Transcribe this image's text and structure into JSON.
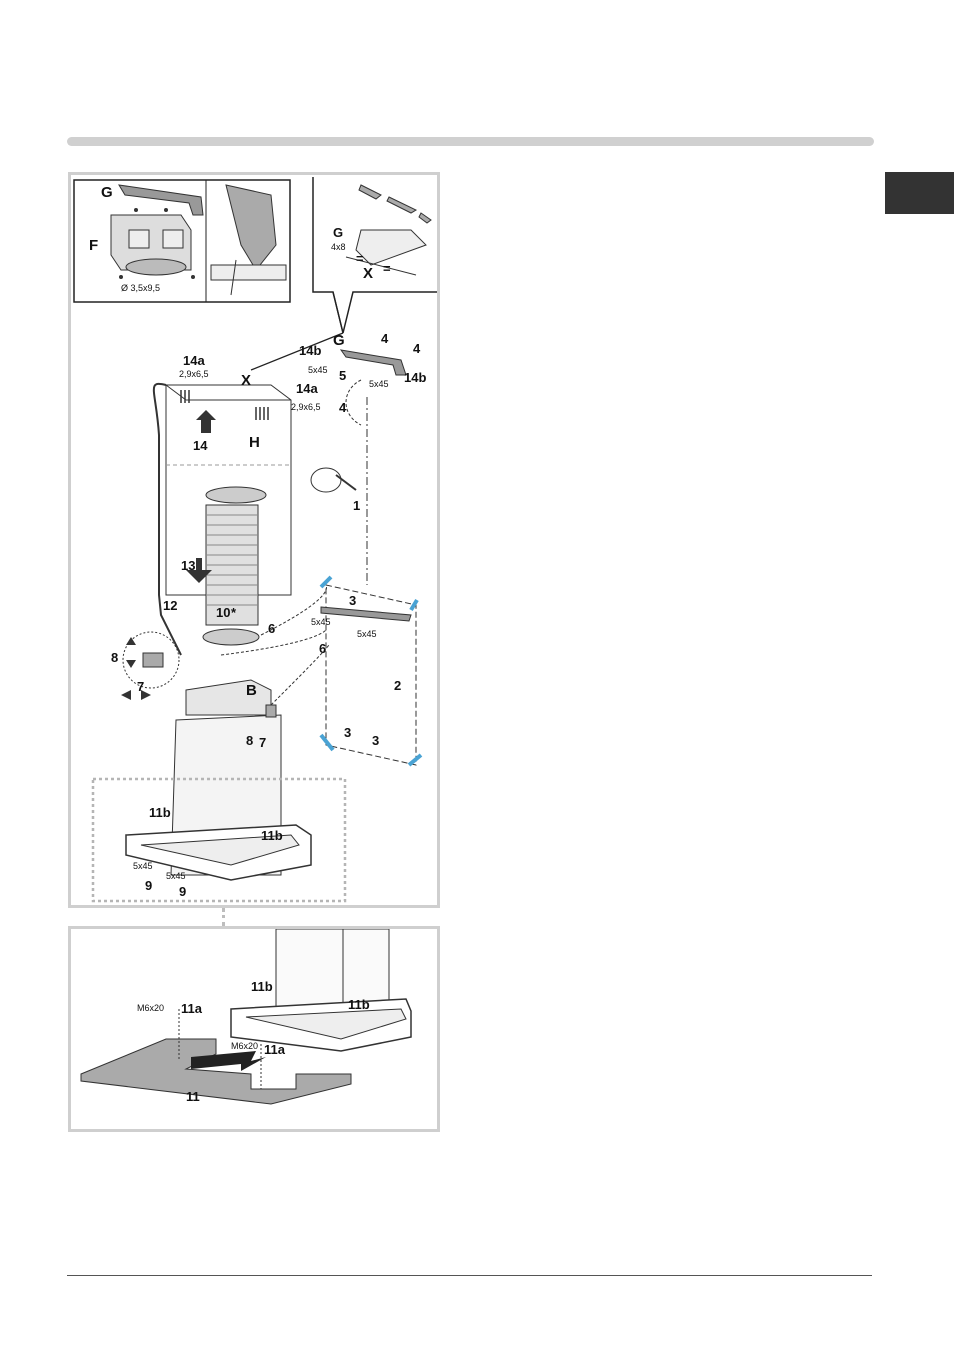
{
  "page": {
    "top_bar_color": "#d0d0d0",
    "lang_tab_color": "#333333"
  },
  "figure_main": {
    "labels": {
      "G": "G",
      "F": "F",
      "screw_f": "Ø 3,5x9,5",
      "G2": "G",
      "bracket_screw": "4x8",
      "X": "X",
      "X2": "X",
      "X3": "X",
      "eq1": "=",
      "eq2": "=",
      "G3": "G",
      "n14b_left": "14b",
      "n14b_right": "14b",
      "n4_a": "4",
      "n4_b": "4",
      "n4_c": "4",
      "n5": "5",
      "s5x45_a": "5x45",
      "s5x45_b": "5x45",
      "n14a_top": "14a",
      "s29_top": "2,9x6,5",
      "n14a_right": "14a",
      "s29_right": "2,9x6,5",
      "n14": "14",
      "H": "H",
      "n1": "1",
      "n13": "13",
      "n10": "10",
      "star": "*",
      "n12": "12",
      "n6_a": "6",
      "n6_b": "6",
      "n3_top": "3",
      "s5x45_c": "5x45",
      "s5x45_d": "5x45",
      "n2": "2",
      "n3_a": "3",
      "n3_b": "3",
      "n8_left": "8",
      "n7_left": "7",
      "B": "B",
      "n8": "8",
      "n7": "7",
      "n11b_left": "11b",
      "n11b_right": "11b",
      "s5x45_e": "5x45",
      "n9_a": "9",
      "s5x45_f": "5x45",
      "n9_b": "9"
    }
  },
  "figure_base": {
    "labels": {
      "n11b_left": "11b",
      "n11b_right": "11b",
      "m6_left": "M6x20",
      "n11a_left": "11a",
      "m6_right": "M6x20",
      "n11a_right": "11a",
      "n11": "11"
    }
  }
}
